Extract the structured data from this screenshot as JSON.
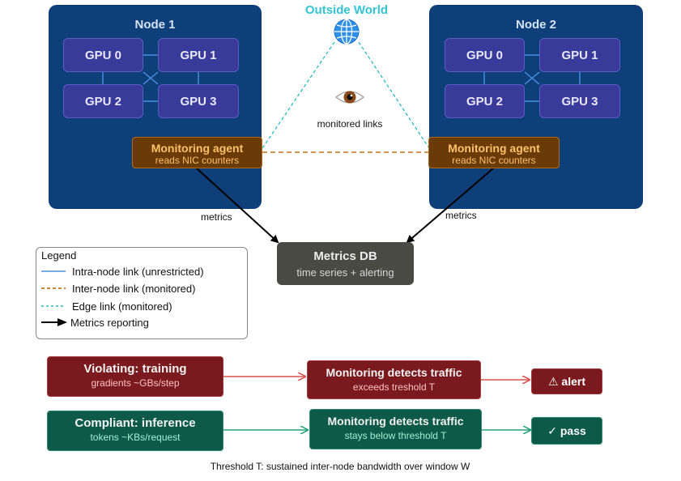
{
  "outside_world": {
    "title": "Outside World",
    "globe_icon": "globe-icon"
  },
  "monitored_links": {
    "eye_icon": "eye-icon",
    "label": "monitored links"
  },
  "node1": {
    "title": "Node 1",
    "gpus": [
      "GPU 0",
      "GPU 1",
      "GPU 2",
      "GPU 3"
    ],
    "agent": {
      "title": "Monitoring agent",
      "subtitle": "reads NIC counters"
    },
    "metrics_label": "metrics"
  },
  "node2": {
    "title": "Node 2",
    "gpus": [
      "GPU 0",
      "GPU 1",
      "GPU 2",
      "GPU 3"
    ],
    "agent": {
      "title": "Monitoring agent",
      "subtitle": "reads NIC counters"
    },
    "metrics_label": "metrics"
  },
  "metrics_db": {
    "title": "Metrics DB",
    "subtitle": "time series + alerting"
  },
  "legend": {
    "title": "Legend",
    "items": [
      "Intra-node link (unrestricted)",
      "Inter-node link (monitored)",
      "Edge link (monitored)",
      "Metrics reporting"
    ]
  },
  "flows": {
    "violating": {
      "source": {
        "title": "Violating: training",
        "subtitle": "gradients ~GBs/step"
      },
      "detector": {
        "title": "Monitoring detects traffic",
        "subtitle": "exceeds treshold T"
      },
      "result": "⚠ alert"
    },
    "compliant": {
      "source": {
        "title": "Compliant: inference",
        "subtitle": "tokens ~KBs/request"
      },
      "detector": {
        "title": "Monitoring detects traffic",
        "subtitle": "stays below threshold T"
      },
      "result": "✓ pass"
    }
  },
  "footer": "Threshold T: sustained inter-node bandwidth over window W",
  "colors": {
    "intra_link": "#4a90e2",
    "inter_link": "#c7751c",
    "edge_link": "#2ab8c4",
    "metrics_arrow": "#000000",
    "violating_arrow": "#d9534f",
    "compliant_arrow": "#2aa37a"
  }
}
